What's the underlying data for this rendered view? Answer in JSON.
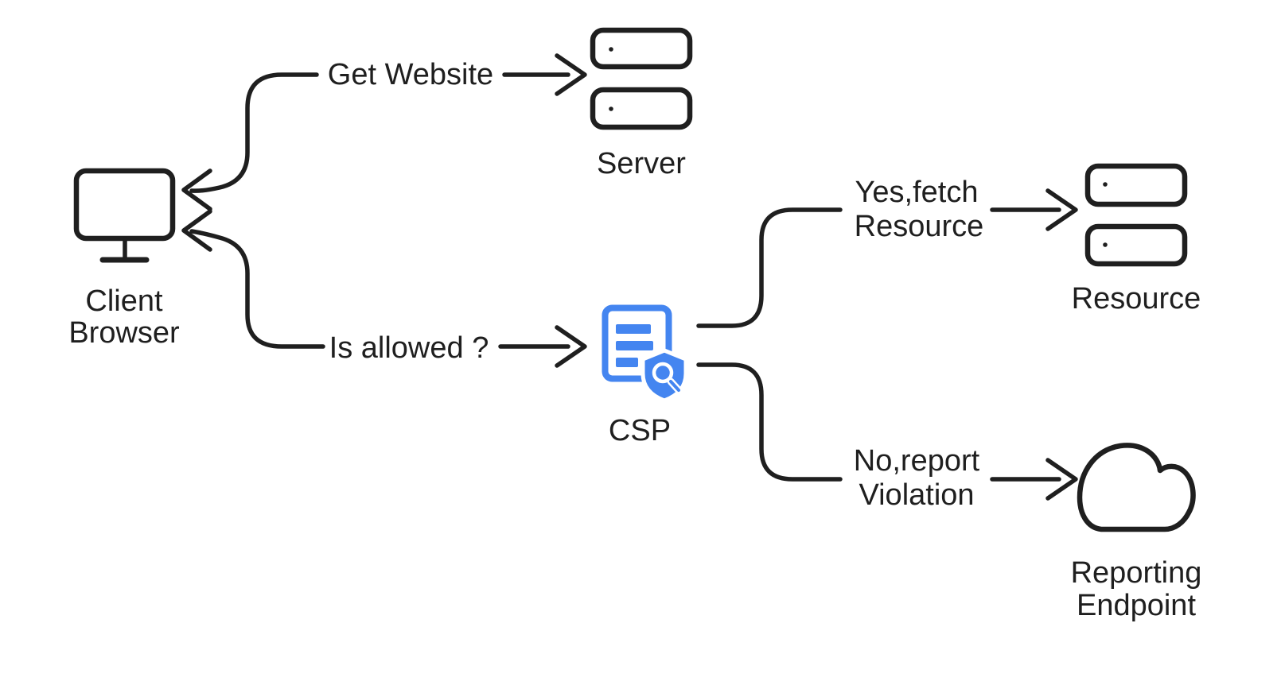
{
  "colors": {
    "ink": "#1f1f1f",
    "accent": "#4485f0",
    "background": "#ffffff"
  },
  "nodes": {
    "client_browser": {
      "label": [
        "Client",
        "Browser"
      ],
      "icon": "monitor-icon"
    },
    "server": {
      "label": "Server",
      "icon": "server-stack-icon"
    },
    "csp": {
      "label": "CSP",
      "icon": "policy-document-shield-search-icon"
    },
    "resource": {
      "label": "Resource",
      "icon": "server-stack-icon"
    },
    "reporting_endpoint": {
      "label": [
        "Reporting",
        "Endpoint"
      ],
      "icon": "cloud-icon"
    }
  },
  "edges": {
    "get_website": {
      "label": "Get Website",
      "from": "client_browser",
      "to": "server"
    },
    "is_allowed": {
      "label": "Is allowed ?",
      "from": "client_browser",
      "to": "csp"
    },
    "yes_fetch_resource": {
      "label": [
        "Yes,fetch",
        "Resource"
      ],
      "from": "csp",
      "to": "resource"
    },
    "no_report_violation": {
      "label": [
        "No,report",
        "Violation"
      ],
      "from": "csp",
      "to": "reporting_endpoint"
    }
  }
}
